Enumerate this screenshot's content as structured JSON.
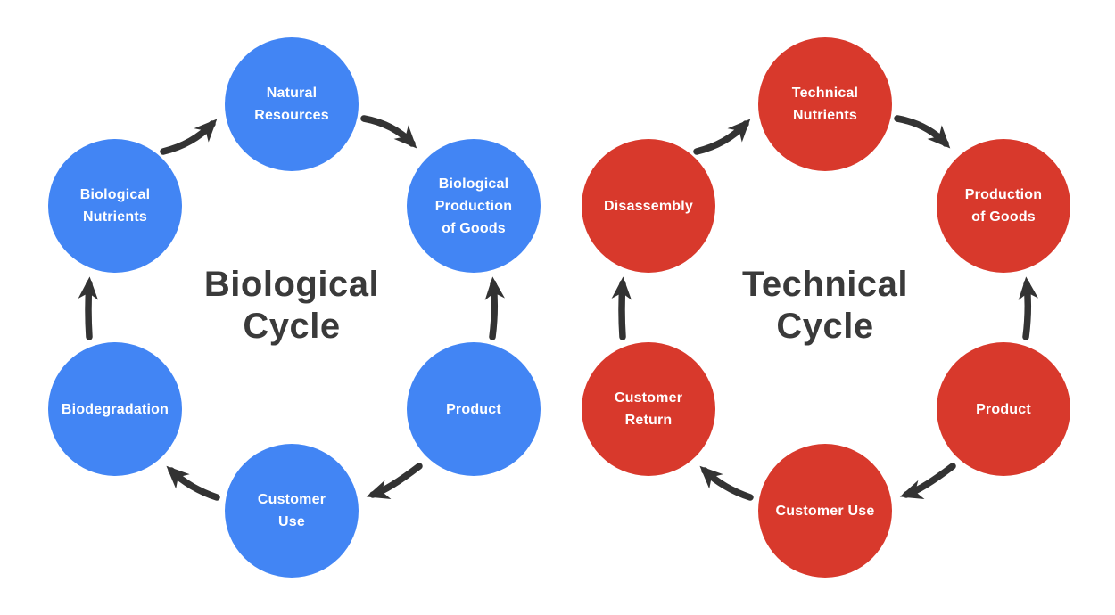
{
  "page": {
    "background": "#ffffff"
  },
  "title_color": "#3a3a3a",
  "arrow_color": "#333333",
  "diagrams": [
    {
      "id": "biological-cycle",
      "title": "Biological\nCycle",
      "color": "#4285f4",
      "nodes": [
        {
          "label": "Natural\nResources",
          "position": "top"
        },
        {
          "label": "Biological\nProduction\nof Goods",
          "position": "upper-right"
        },
        {
          "label": "Product",
          "position": "lower-right"
        },
        {
          "label": "Customer\nUse",
          "position": "bottom"
        },
        {
          "label": "Biodegradation",
          "position": "lower-left"
        },
        {
          "label": "Biological\nNutrients",
          "position": "upper-left"
        }
      ],
      "connections": [
        {
          "from": "Biological Nutrients",
          "to": "Natural Resources"
        },
        {
          "from": "Natural Resources",
          "to": "Biological Production of Goods"
        },
        {
          "from": "Product",
          "to": "Biological Production of Goods"
        },
        {
          "from": "Product",
          "to": "Customer Use"
        },
        {
          "from": "Customer Use",
          "to": "Biodegradation"
        },
        {
          "from": "Biodegradation",
          "to": "Biological Nutrients"
        }
      ]
    },
    {
      "id": "technical-cycle",
      "title": "Technical\nCycle",
      "color": "#d8392c",
      "nodes": [
        {
          "label": "Technical\nNutrients",
          "position": "top"
        },
        {
          "label": "Production\nof Goods",
          "position": "upper-right"
        },
        {
          "label": "Product",
          "position": "lower-right"
        },
        {
          "label": "Customer Use",
          "position": "bottom"
        },
        {
          "label": "Customer\nReturn",
          "position": "lower-left"
        },
        {
          "label": "Disassembly",
          "position": "upper-left"
        }
      ],
      "connections": [
        {
          "from": "Disassembly",
          "to": "Technical Nutrients"
        },
        {
          "from": "Technical Nutrients",
          "to": "Production of Goods"
        },
        {
          "from": "Product",
          "to": "Production of Goods"
        },
        {
          "from": "Product",
          "to": "Customer Use"
        },
        {
          "from": "Customer Use",
          "to": "Customer Return"
        },
        {
          "from": "Customer Return",
          "to": "Disassembly"
        }
      ]
    }
  ]
}
